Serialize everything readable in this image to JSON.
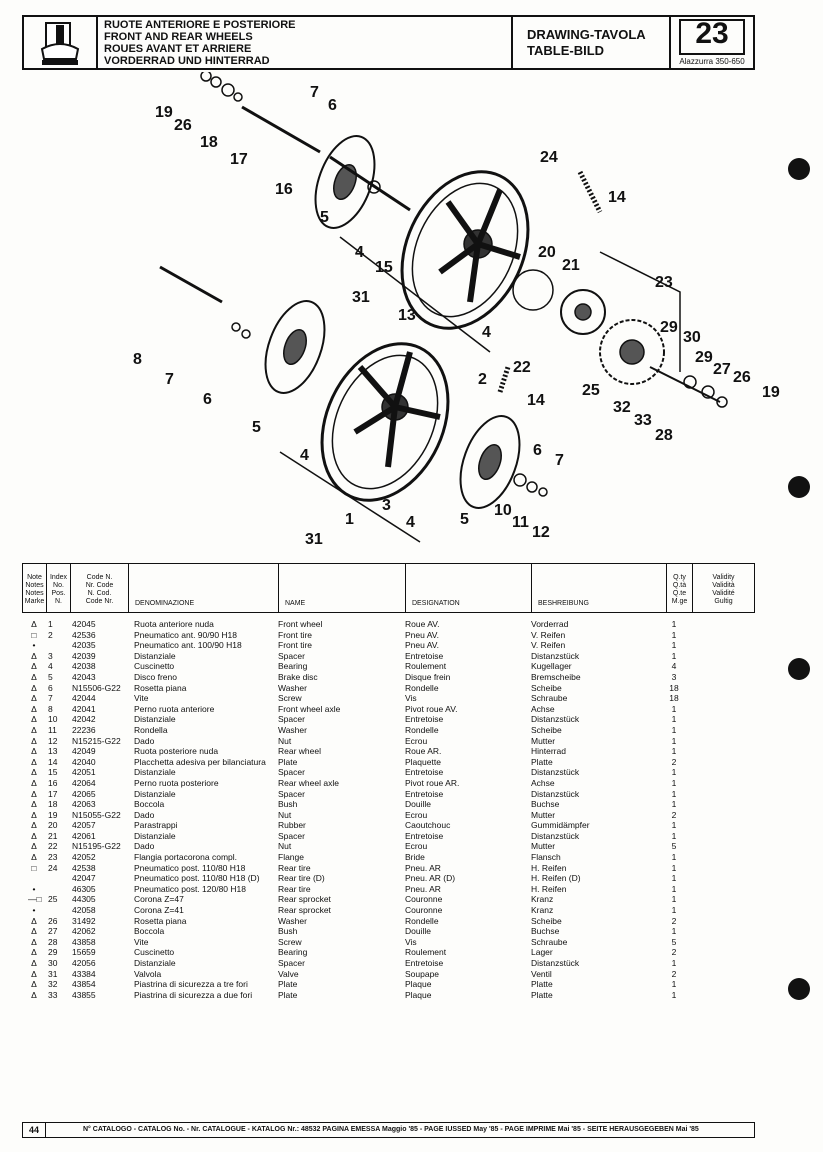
{
  "header": {
    "titles": [
      "RUOTE ANTERIORE E POSTERIORE",
      "FRONT AND REAR WHEELS",
      "ROUES AVANT ET ARRIERE",
      "VORDERRAD UND HINTERRAD"
    ],
    "drawing_label_1": "DRAWING-TAVOLA",
    "drawing_label_2": "TABLE-BILD",
    "table_number": "23",
    "model": "Alazzurra 350-650"
  },
  "diagram": {
    "callouts": [
      "19",
      "26",
      "18",
      "17",
      "7",
      "6",
      "16",
      "5",
      "24",
      "14",
      "4",
      "15",
      "20",
      "21",
      "23",
      "31",
      "13",
      "4",
      "22",
      "29",
      "30",
      "29",
      "27",
      "26",
      "19",
      "25",
      "32",
      "33",
      "28",
      "8",
      "7",
      "6",
      "5",
      "2",
      "14",
      "4",
      "3",
      "1",
      "31",
      "6",
      "7",
      "10",
      "11",
      "12",
      "5",
      "4"
    ]
  },
  "table": {
    "headers": {
      "note": "Note\nNotes\nNotes\nMarke",
      "index": "Index\nNo.\nPos.\nN.",
      "code": "Code N.\nNr. Code\nN. Cod.\nCode Nr.",
      "it": "DENOMINAZIONE",
      "en": "NAME",
      "fr": "DESIGNATION",
      "de": "BESHREIBUNG",
      "qty": "Q.ty\nQ.tà\nQ.te\nM.ge",
      "validity": "Validity\nValidità\nValidité\nGultig"
    },
    "rows": [
      {
        "mark": "Δ",
        "idx": "1",
        "code": "42045",
        "it": "Ruota anteriore nuda",
        "en": "Front wheel",
        "fr": "Roue AV.",
        "de": "Vorderrad",
        "qty": "1"
      },
      {
        "mark": "□",
        "idx": "2",
        "code": "42536",
        "it": "Pneumatico ant. 90/90 H18",
        "en": "Front tire",
        "fr": "Pneu AV.",
        "de": "V. Reifen",
        "qty": "1"
      },
      {
        "mark": "•",
        "idx": "",
        "code": "42035",
        "it": "Pneumatico ant. 100/90 H18",
        "en": "Front tire",
        "fr": "Pneu AV.",
        "de": "V. Reifen",
        "qty": "1"
      },
      {
        "mark": "Δ",
        "idx": "3",
        "code": "42039",
        "it": "Distanziale",
        "en": "Spacer",
        "fr": "Entretoise",
        "de": "Distanzstück",
        "qty": "1"
      },
      {
        "mark": "Δ",
        "idx": "4",
        "code": "42038",
        "it": "Cuscinetto",
        "en": "Bearing",
        "fr": "Roulement",
        "de": "Kugellager",
        "qty": "4"
      },
      {
        "mark": "Δ",
        "idx": "5",
        "code": "42043",
        "it": "Disco freno",
        "en": "Brake disc",
        "fr": "Disque frein",
        "de": "Bremscheibe",
        "qty": "3"
      },
      {
        "mark": "Δ",
        "idx": "6",
        "code": "N15506-G22",
        "it": "Rosetta piana",
        "en": "Washer",
        "fr": "Rondelle",
        "de": "Scheibe",
        "qty": "18"
      },
      {
        "mark": "Δ",
        "idx": "7",
        "code": "42044",
        "it": "Vite",
        "en": "Screw",
        "fr": "Vis",
        "de": "Schraube",
        "qty": "18"
      },
      {
        "mark": "Δ",
        "idx": "8",
        "code": "42041",
        "it": "Perno ruota anteriore",
        "en": "Front wheel axle",
        "fr": "Pivot roue AV.",
        "de": "Achse",
        "qty": "1"
      },
      {
        "mark": "Δ",
        "idx": "10",
        "code": "42042",
        "it": "Distanziale",
        "en": "Spacer",
        "fr": "Entretoise",
        "de": "Distanzstück",
        "qty": "1"
      },
      {
        "mark": "Δ",
        "idx": "11",
        "code": "22236",
        "it": "Rondella",
        "en": "Washer",
        "fr": "Rondelle",
        "de": "Scheibe",
        "qty": "1"
      },
      {
        "mark": "Δ",
        "idx": "12",
        "code": "N15215-G22",
        "it": "Dado",
        "en": "Nut",
        "fr": "Ecrou",
        "de": "Mutter",
        "qty": "1"
      },
      {
        "mark": "Δ",
        "idx": "13",
        "code": "42049",
        "it": "Ruota posteriore nuda",
        "en": "Rear wheel",
        "fr": "Roue AR.",
        "de": "Hinterrad",
        "qty": "1"
      },
      {
        "mark": "Δ",
        "idx": "14",
        "code": "42040",
        "it": "Placchetta adesiva per bilanciatura",
        "en": "Plate",
        "fr": "Plaquette",
        "de": "Platte",
        "qty": "2"
      },
      {
        "mark": "Δ",
        "idx": "15",
        "code": "42051",
        "it": "Distanziale",
        "en": "Spacer",
        "fr": "Entretoise",
        "de": "Distanzstück",
        "qty": "1"
      },
      {
        "mark": "Δ",
        "idx": "16",
        "code": "42064",
        "it": "Perno ruota posteriore",
        "en": "Rear wheel axle",
        "fr": "Pivot roue AR.",
        "de": "Achse",
        "qty": "1"
      },
      {
        "mark": "Δ",
        "idx": "17",
        "code": "42065",
        "it": "Distanziale",
        "en": "Spacer",
        "fr": "Entretoise",
        "de": "Distanzstück",
        "qty": "1"
      },
      {
        "mark": "Δ",
        "idx": "18",
        "code": "42063",
        "it": "Boccola",
        "en": "Bush",
        "fr": "Douille",
        "de": "Buchse",
        "qty": "1"
      },
      {
        "mark": "Δ",
        "idx": "19",
        "code": "N15055-G22",
        "it": "Dado",
        "en": "Nut",
        "fr": "Ecrou",
        "de": "Mutter",
        "qty": "2"
      },
      {
        "mark": "Δ",
        "idx": "20",
        "code": "42057",
        "it": "Parastrappi",
        "en": "Rubber",
        "fr": "Caoutchouc",
        "de": "Gummidämpfer",
        "qty": "1"
      },
      {
        "mark": "Δ",
        "idx": "21",
        "code": "42061",
        "it": "Distanziale",
        "en": "Spacer",
        "fr": "Entretoise",
        "de": "Distanzstück",
        "qty": "1"
      },
      {
        "mark": "Δ",
        "idx": "22",
        "code": "N15195-G22",
        "it": "Dado",
        "en": "Nut",
        "fr": "Ecrou",
        "de": "Mutter",
        "qty": "5"
      },
      {
        "mark": "Δ",
        "idx": "23",
        "code": "42052",
        "it": "Flangia portacorona compl.",
        "en": "Flange",
        "fr": "Bride",
        "de": "Flansch",
        "qty": "1"
      },
      {
        "mark": "□",
        "idx": "24",
        "code": "42538",
        "it": "Pneumatico post. 110/80 H18",
        "en": "Rear tire",
        "fr": "Pneu. AR",
        "de": "H. Reifen",
        "qty": "1"
      },
      {
        "mark": "",
        "idx": "",
        "code": "42047",
        "it": "Pneumatico post. 110/80 H18 (D)",
        "en": "Rear tire (D)",
        "fr": "Pneu. AR (D)",
        "de": "H. Reifen (D)",
        "qty": "1"
      },
      {
        "mark": "•",
        "idx": "",
        "code": "46305",
        "it": "Pneumatico post. 120/80 H18",
        "en": "Rear tire",
        "fr": "Pneu. AR",
        "de": "H. Reifen",
        "qty": "1"
      },
      {
        "mark": "—□",
        "idx": "25",
        "code": "44305",
        "it": "Corona Z=47",
        "en": "Rear sprocket",
        "fr": "Couronne",
        "de": "Kranz",
        "qty": "1"
      },
      {
        "mark": "•",
        "idx": "",
        "code": "42058",
        "it": "Corona Z=41",
        "en": "Rear sprocket",
        "fr": "Couronne",
        "de": "Kranz",
        "qty": "1"
      },
      {
        "mark": "Δ",
        "idx": "26",
        "code": "31492",
        "it": "Rosetta piana",
        "en": "Washer",
        "fr": "Rondelle",
        "de": "Scheibe",
        "qty": "2"
      },
      {
        "mark": "Δ",
        "idx": "27",
        "code": "42062",
        "it": "Boccola",
        "en": "Bush",
        "fr": "Douille",
        "de": "Buchse",
        "qty": "1"
      },
      {
        "mark": "Δ",
        "idx": "28",
        "code": "43858",
        "it": "Vite",
        "en": "Screw",
        "fr": "Vis",
        "de": "Schraube",
        "qty": "5"
      },
      {
        "mark": "Δ",
        "idx": "29",
        "code": "15659",
        "it": "Cuscinetto",
        "en": "Bearing",
        "fr": "Roulement",
        "de": "Lager",
        "qty": "2"
      },
      {
        "mark": "Δ",
        "idx": "30",
        "code": "42056",
        "it": "Distanziale",
        "en": "Spacer",
        "fr": "Entretoise",
        "de": "Distanzstück",
        "qty": "1"
      },
      {
        "mark": "Δ",
        "idx": "31",
        "code": "43384",
        "it": "Valvola",
        "en": "Valve",
        "fr": "Soupape",
        "de": "Ventil",
        "qty": "2"
      },
      {
        "mark": "Δ",
        "idx": "32",
        "code": "43854",
        "it": "Piastrina di sicurezza a tre fori",
        "en": "Plate",
        "fr": "Plaque",
        "de": "Platte",
        "qty": "1"
      },
      {
        "mark": "Δ",
        "idx": "33",
        "code": "43855",
        "it": "Piastrina di sicurezza a due fori",
        "en": "Plate",
        "fr": "Plaque",
        "de": "Platte",
        "qty": "1"
      }
    ]
  },
  "footer": {
    "page": "44",
    "text": "N° CATALOGO - CATALOG No. - Nr. CATALOGUE - KATALOG Nr.: 48532 PAGINA EMESSA Maggio '85 - PAGE IUSSED May '85 - PAGE IMPRIME Mai '85 - SEITE HERAUSGEGEBEN Mai '85"
  }
}
